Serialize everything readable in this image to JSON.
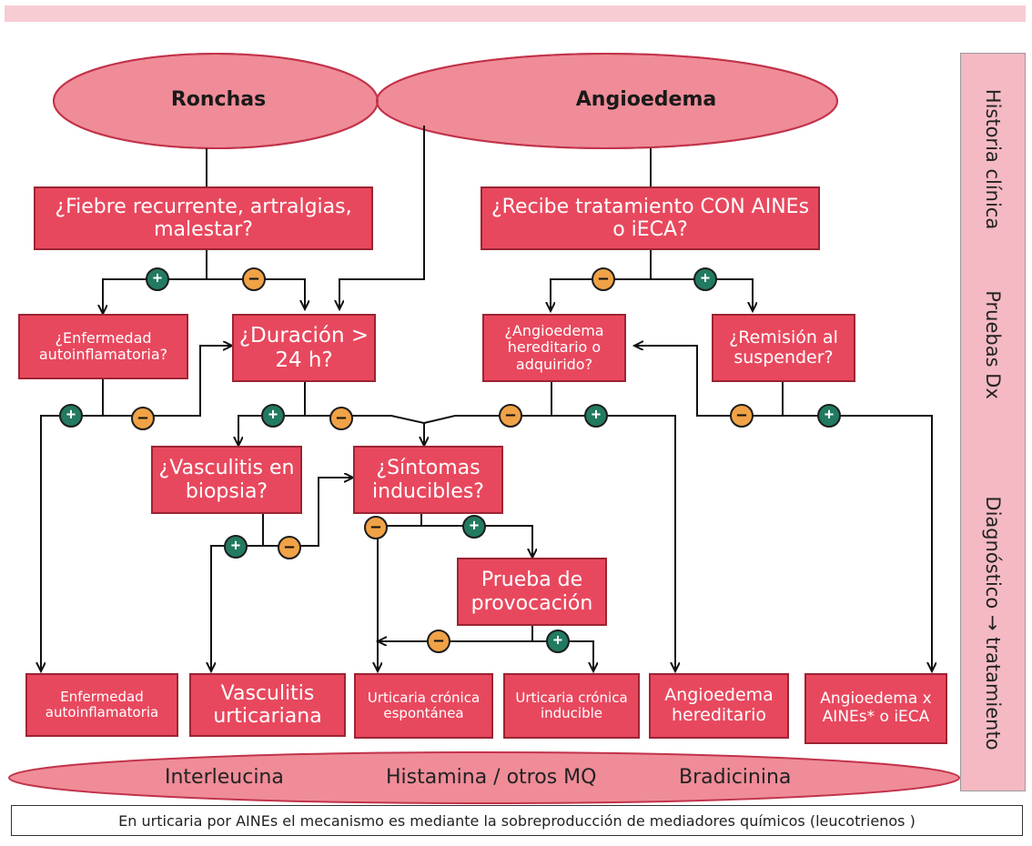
{
  "ellipses": {
    "ronchas": "Ronchas",
    "angioedema": "Angioedema"
  },
  "questions": {
    "fiebre": "¿Fiebre recurrente, artralgias, malestar?",
    "aines": "¿Recibe tratamiento CON AINEs o iECA?",
    "autoinflamatoria": "¿Enfermedad autoinflamatoria?",
    "duracion": "¿Duración > 24 h?",
    "hereditario": "¿Angioedema hereditario o adquirido?",
    "remision": "¿Remisión al suspender?",
    "vasculitis": "¿Vasculitis en biopsia?",
    "sintomas": "¿Síntomas inducibles?",
    "provocacion": "Prueba de provocación"
  },
  "outcomes": {
    "enfermedad": "Enfermedad autoinflamatoria",
    "vasculitis": "Vasculitis urticariana",
    "espontanea": "Urticaria crónica espontánea",
    "inducible": "Urticaria crónica inducible",
    "hereditario": "Angioedema hereditario",
    "aines": "Angioedema x AINEs* o iECA"
  },
  "badges": {
    "plus": "+",
    "minus": "–"
  },
  "sidebar": {
    "historia": "Historia clínica",
    "pruebas": "Pruebas Dx",
    "diagnostico": "Diagnóstico → tratamiento"
  },
  "mediators": {
    "interleucina": "Interleucina",
    "histamina": "Histamina / otros MQ",
    "bradicinina": "Bradicinina"
  },
  "footnote": "En urticaria por AINEs el mecanismo es mediante la sobreproducción de mediadores químicos (leucotrienos )",
  "colors": {
    "box": "#e8485e",
    "ellipse": "#ef8c98",
    "overlap": "#e34d63",
    "plus": "#227a61",
    "minus": "#f0a246",
    "sidebar": "#f4b9c2"
  }
}
